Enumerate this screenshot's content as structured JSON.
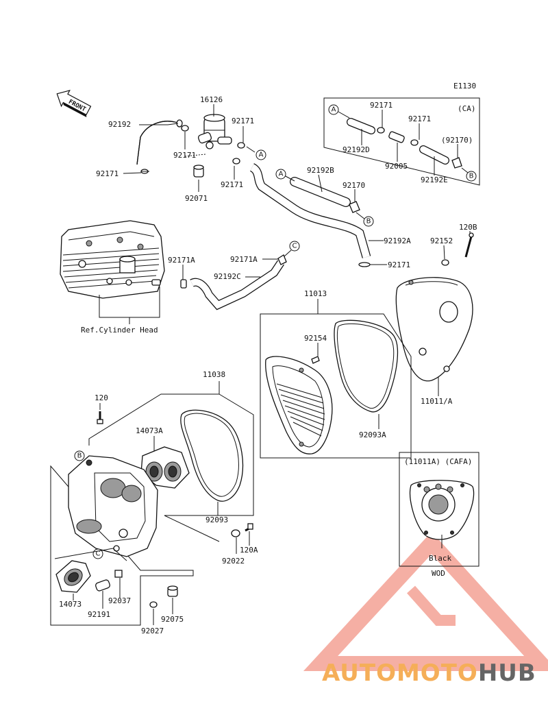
{
  "diagram_code": "E1130",
  "front_label": "FRONT",
  "part_labels": {
    "p16126": "16126",
    "p92192": "92192",
    "p92171_a": "92171",
    "p92171_b": "92171",
    "p92171_c": "92171",
    "p92171_d": "92171",
    "p92171_e": "92171",
    "p92071": "92071",
    "p92192B": "92192B",
    "p92170": "92170",
    "p92192A": "92192A",
    "p92171A_a": "92171A",
    "p92171A_b": "92171A",
    "p92192C": "92192C",
    "p120B": "120B",
    "p92152": "92152",
    "p11013": "11013",
    "p92154": "92154",
    "p92093A": "92093A",
    "p11011A": "11011/A",
    "p11038": "11038",
    "p120": "120",
    "p14073A": "14073A",
    "p92093": "92093",
    "p120A": "120A",
    "p92022": "92022",
    "p14073": "14073",
    "p92037": "92037",
    "p92191": "92191",
    "p92027": "92027",
    "p92075": "92075"
  },
  "ca_box": {
    "tag": "(CA)",
    "p92171_a": "92171",
    "p92171_b": "92171",
    "p92170": "(92170)",
    "p92192D": "92192D",
    "p92005": "92005",
    "p92192E": "92192E"
  },
  "cafa_box": {
    "header": "(11011A) (CAFA)",
    "color_name": "Black",
    "color_code": "WOD"
  },
  "ref_label": "Ref.Cylinder Head",
  "connectors": {
    "A": "A",
    "B": "B",
    "C": "C"
  },
  "watermark": {
    "part1": "AUTOMOTO",
    "part2": "HUB",
    "color_accent": "#f08a7a",
    "color_orange": "#f5a646",
    "color_dark": "#555555"
  }
}
